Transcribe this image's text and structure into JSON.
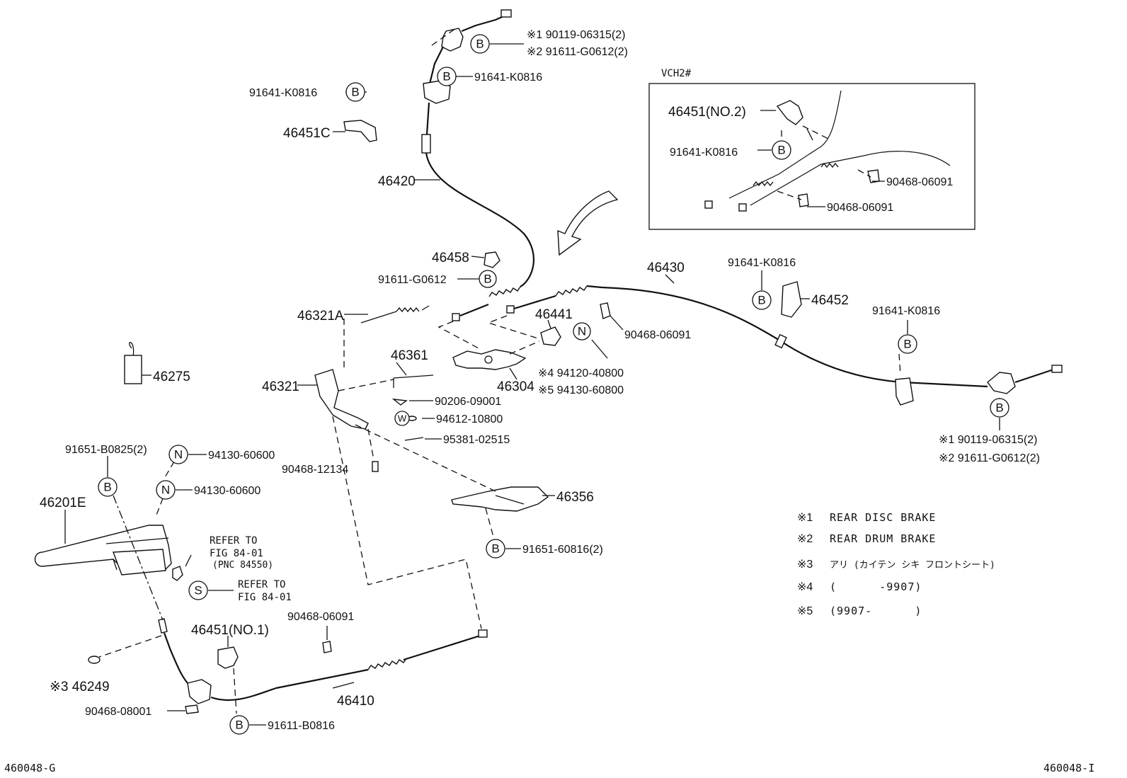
{
  "labels": {
    "l1": "※1  90119-06315(2)",
    "l2": "※2  91611-G0612(2)",
    "l3": "91641-K0816",
    "l4": "91641-K0816",
    "l5": "46451C",
    "l6": "46420",
    "l7": "46458",
    "l8": "91611-G0612",
    "l9": "46321A",
    "l10": "46441",
    "l11": "46361",
    "l12": "46304",
    "l13": "46321",
    "l14": "46275",
    "l15": "90206-09001",
    "l16": "94612-10800",
    "l17": "95381-02515",
    "l18": "90468-12134",
    "l19": "91651-B0825(2)",
    "l20": "94130-60600",
    "l21": "94130-60600",
    "l22": "46201E",
    "l23": "46356",
    "l24": "91651-60816(2)",
    "l25": "90468-06091",
    "l26": "46451(NO.1)",
    "l27": "※3 46249",
    "l28": "90468-08001",
    "l29": "46410",
    "l30": "91611-B0816",
    "l31": "46430",
    "l32": "90468-06091",
    "l33": "※4  94120-40800",
    "l34": "※5  94130-60800",
    "l35": "91641-K0816",
    "l36": "46452",
    "l37": "91641-K0816",
    "l38": "※1  90119-06315(2)",
    "l39": "※2  91611-G0612(2)",
    "l40": "VCH2#",
    "l41": "46451(NO.2)",
    "l42": "91641-K0816",
    "l43": "90468-06091",
    "l44": "90468-06091",
    "ref1a": "REFER TO",
    "ref1b": "FIG 84-01",
    "ref1c": "(PNC 84550)",
    "ref2a": "REFER TO",
    "ref2b": "FIG 84-01",
    "code_left": "460048-G",
    "code_right": "460048-I"
  },
  "markers": {
    "b": "B",
    "n": "N",
    "w": "W",
    "s": "S"
  },
  "notes": [
    {
      "mark": "※1",
      "text": "REAR DISC BRAKE"
    },
    {
      "mark": "※2",
      "text": "REAR DRUM BRAKE"
    },
    {
      "mark": "※3",
      "text": "アリ (カイテン シキ フロントシート)"
    },
    {
      "mark": "※4",
      "text": "(      -9907)"
    },
    {
      "mark": "※5",
      "text": "(9907-      )"
    }
  ]
}
